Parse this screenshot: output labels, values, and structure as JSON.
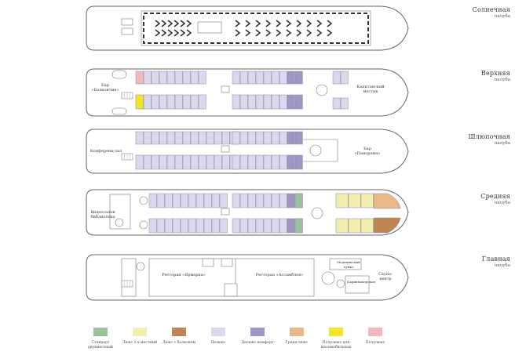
{
  "decks": [
    {
      "id": "sun",
      "name": "Солнечная",
      "word": "палуба"
    },
    {
      "id": "upper",
      "name": "Верхняя",
      "word": "палуба"
    },
    {
      "id": "boat",
      "name": "Шлюпочная",
      "word": "палуба"
    },
    {
      "id": "middle",
      "name": "Средняя",
      "word": "палуба"
    },
    {
      "id": "main",
      "name": "Главная",
      "word": "палуба"
    }
  ],
  "rooms": {
    "bar_balcony": "Бар «Балкончик»",
    "captain_salon": "Капитанский мостик",
    "conference_hall": "Конференц-зал",
    "bar_panorama": "Бар «Панорама»",
    "video_library": "Видеосалон библиотека",
    "restaurant_1": "Ресторан «Ярмарка»",
    "restaurant_2": "Ресторан «Ассамблея»",
    "sauna": "Сауна-центр",
    "medical": "Медицинский пункт",
    "beauty": "Парикмахерская"
  },
  "legend": [
    {
      "label": "Стандарт двухместный",
      "color": "#9cc49a"
    },
    {
      "label": "Люкс 2-х местный",
      "color": "#f2eead"
    },
    {
      "label": "Люкс с балконом",
      "color": "#c08552"
    },
    {
      "label": "Делюкс",
      "color": "#dcd8ec"
    },
    {
      "label": "Делюкс комфорт",
      "color": "#9e97c6"
    },
    {
      "label": "Гранд-люкс",
      "color": "#e8b887"
    },
    {
      "label": "Полулюкс для маломобильных",
      "color": "#f3e62a"
    },
    {
      "label": "Полулюкс",
      "color": "#f2b8c0"
    }
  ]
}
